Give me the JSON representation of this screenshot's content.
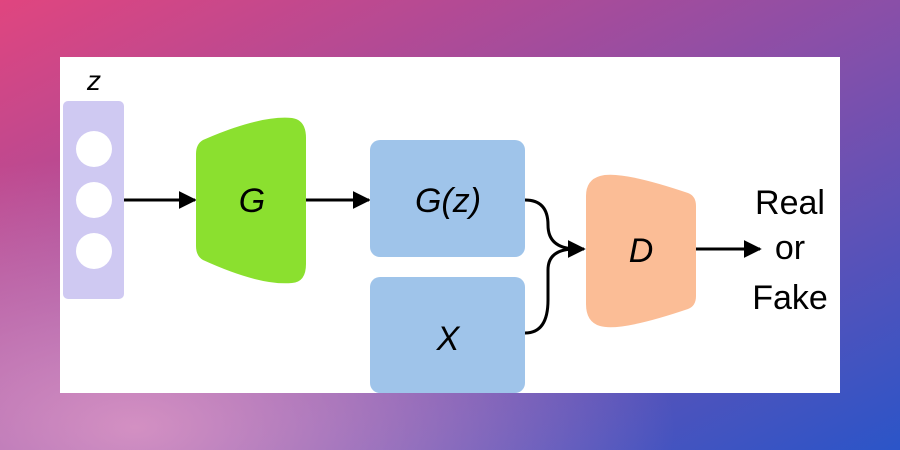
{
  "diagram": {
    "noise_label": "z",
    "generator_label": "G",
    "generated_label": "G(z)",
    "real_data_label": "X",
    "discriminator_label": "D",
    "output_label": [
      "Real",
      "or",
      "Fake"
    ]
  },
  "colors": {
    "background_start": "#e0457f",
    "background_mid": "#8a4fa8",
    "background_end": "#2b55c8",
    "panel": "#ffffff",
    "noise_vector": "#cfc9f2",
    "generator": "#8be02f",
    "data_box": "#9fc4ea",
    "discriminator": "#fbbd96",
    "arrow": "#000000"
  },
  "icons": {
    "noise_units": "circle"
  }
}
